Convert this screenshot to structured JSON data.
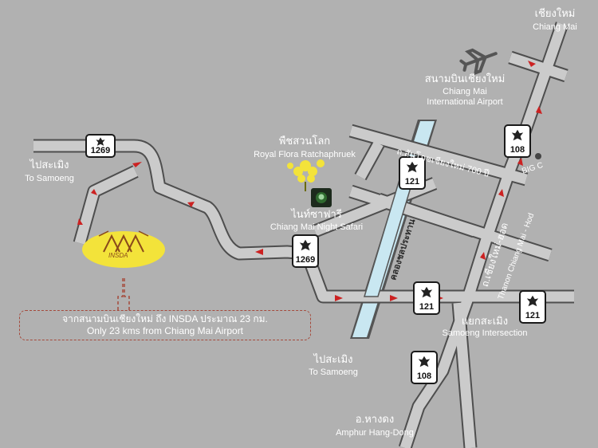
{
  "places": {
    "chiangmai_th": "เชียงใหม่",
    "chiangmai_en": "Chiang Mai",
    "airport_th": "สนามบินเชียงใหม่",
    "airport_en_1": "Chiang Mai",
    "airport_en_2": "International Airport",
    "flora_th": "พืชสวนโลก",
    "flora_en": "Royal Flora Ratchaphruek",
    "safari_th": "ไนท์ซาฟารี",
    "safari_en": "Chiang Mai Night Safari",
    "samoeng_left_th": "ไปสะเมิง",
    "samoeng_left_en": "To Samoeng",
    "samoeng_bottom_th": "ไปสะเมิง",
    "samoeng_bottom_en": "To Samoeng",
    "intersection_th": "แยกสะเมิง",
    "intersection_en": "Samoeng Intersection",
    "hangdong_th": "อ.หางดง",
    "hangdong_en": "Amphur Hang-Dong",
    "bigc": "BIG C"
  },
  "roads": {
    "canal": "คลองชลประทาน",
    "road700": "ถ.สันโภชเชียงใหม่ 700 ปี",
    "hod_th": "ถ.เชียงใหม่-ฮอด",
    "hod_en": "Thanon Chiang Mai - Hod"
  },
  "shields": {
    "s108_top": "108",
    "s1269_left": "1269",
    "s121_top": "121",
    "s1269_mid": "1269",
    "s121_mid": "121",
    "s121_right": "121",
    "s108_bottom": "108"
  },
  "destination": {
    "logo_text": "INSDA"
  },
  "callout": {
    "line_th": "จากสนามบินเชียงใหม่ ถึง INSDA ประมาณ 23 กม.",
    "line_en": "Only 23 kms from Chiang Mai Airport"
  },
  "colors": {
    "background": "#b1b1b1",
    "road": "#cbcbcb",
    "road_edge": "#555555",
    "canal": "#c9e7f1",
    "arrow": "#cc2222",
    "destination": "#f3e33a",
    "callout_border": "#a54a3c"
  }
}
